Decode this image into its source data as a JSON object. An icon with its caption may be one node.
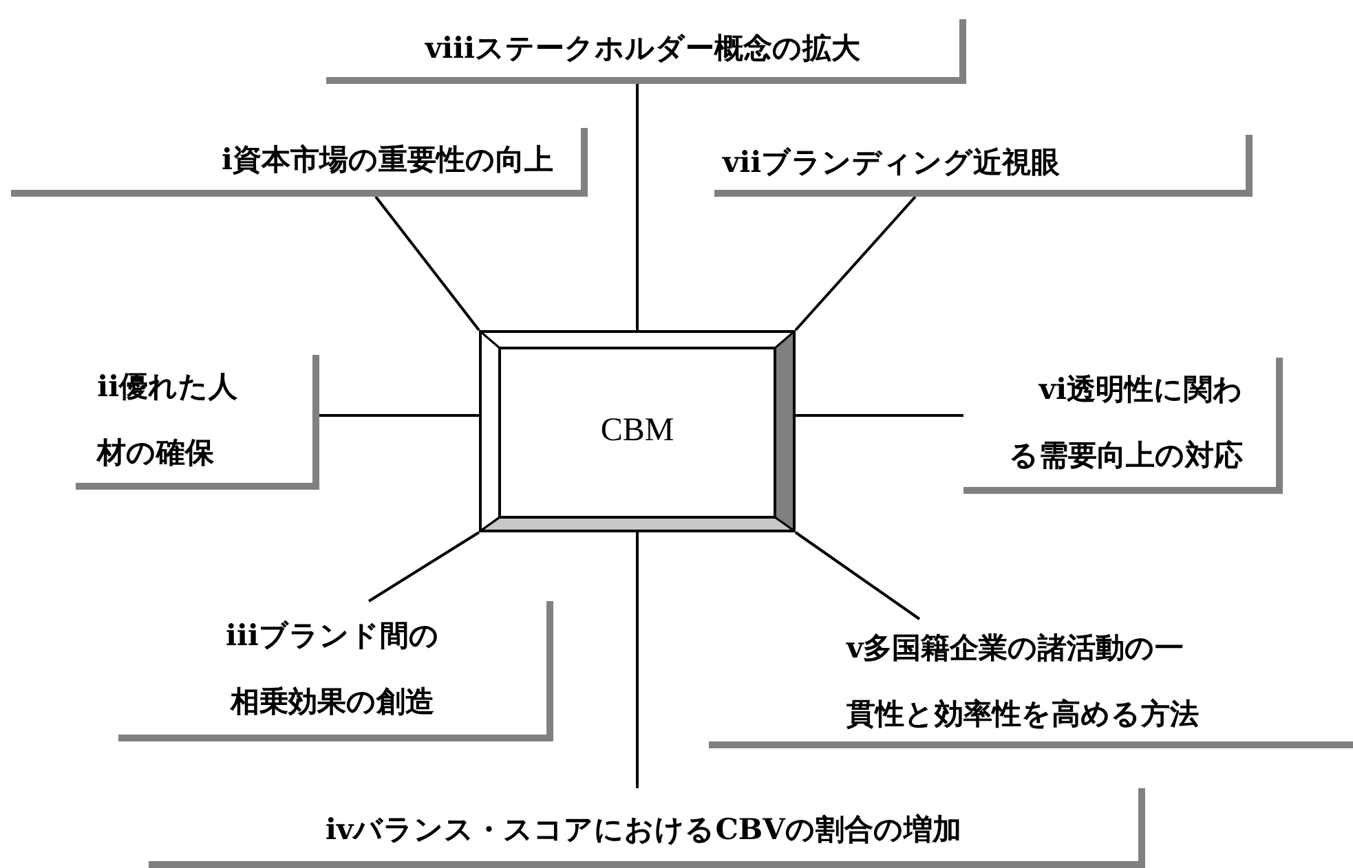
{
  "diagram": {
    "nodes": [
      {
        "text": [
          "ⅷステークホルダー概念の拡大"
        ]
      },
      {
        "text": [
          "ⅰ資本市場の重要性の向上"
        ]
      },
      {
        "text": [
          "ⅶブランディング近視眼"
        ]
      },
      {
        "text": [
          "CBM"
        ]
      },
      {
        "text": [
          "ⅱ優れた人材の確保"
        ]
      },
      {
        "text": [
          "ⅵ透明性に関わる需要向上の対応"
        ]
      },
      {
        "text": [
          "ⅲブランド間の相乗効果の創造"
        ]
      },
      {
        "text": [
          "ⅴ多国籍企業の諸活動の一貫性と効率性を高める方法"
        ]
      },
      {
        "text": [
          "ⅳバランス・スコアにおけるCBVの割合の増加"
        ]
      }
    ],
    "edges": [
      {
        "from": 3,
        "to": 0,
        "arrow": "none"
      },
      {
        "from": 3,
        "to": 1,
        "arrow": "none"
      },
      {
        "from": 3,
        "to": 2,
        "arrow": "none"
      },
      {
        "from": 3,
        "to": 4,
        "arrow": "none"
      },
      {
        "from": 3,
        "to": 5,
        "arrow": "none"
      },
      {
        "from": 3,
        "to": 6,
        "arrow": "none"
      },
      {
        "from": 3,
        "to": 7,
        "arrow": "none"
      },
      {
        "from": 3,
        "to": 8,
        "arrow": "none"
      }
    ]
  }
}
